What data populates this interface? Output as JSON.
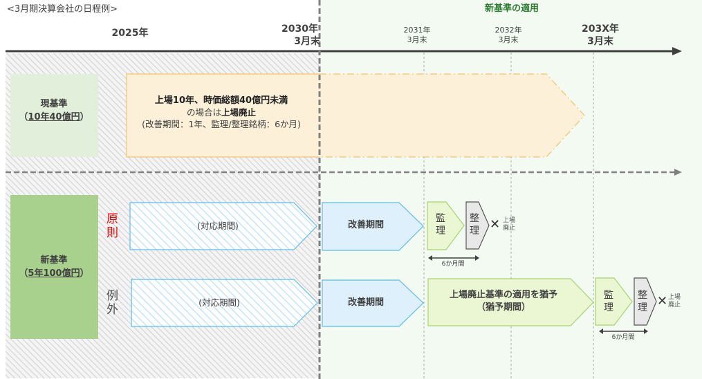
{
  "title": "<3月期決算会社の日程例>",
  "new_standard_applied": "新基準の適用",
  "timeline": {
    "y2025": "2025年",
    "y2030": "2030年",
    "y2030_sub": "3月末",
    "y2031": "2031年",
    "y2031_sub": "3月末",
    "y2032": "2032年",
    "y2032_sub": "3月末",
    "y203x": "203X年",
    "y203x_sub": "3月末"
  },
  "current": {
    "label": "現基準",
    "criteria_open": "（",
    "criteria": "10年40億円",
    "criteria_close": "）",
    "desc_line1": "上場10年、時価総額40億円未満",
    "desc_line2_pre": "の場合は",
    "desc_line2_bold": "上場廃止",
    "desc_line3": "(改善期間：1年、監理/整理銘柄：6か月)"
  },
  "new": {
    "label": "新基準",
    "criteria_open": "（",
    "criteria": "5年100億円",
    "criteria_close": "）",
    "principle": [
      "原",
      "則"
    ],
    "exception": [
      "例",
      "外"
    ]
  },
  "rows": {
    "response_period": "(対応期間)",
    "improvement_period": "改善期間",
    "supervision": [
      "監",
      "理"
    ],
    "liquidation": [
      "整",
      "理"
    ],
    "delisting": [
      "上場",
      "廃止"
    ],
    "cross": "✕",
    "six_months": "6か月間",
    "grace_line1": "上場廃止基準の適用を猶予",
    "grace_line2": "（猶予期間）"
  },
  "colors": {
    "new_area": "#f2faf2",
    "title_green": "#2e7d32",
    "current_box": "#e2efda",
    "new_box": "#a9d18e",
    "orange_fill": "#fdf0d9",
    "orange_stroke": "#f2c46a",
    "blue_fill": "#ddf0fc",
    "blue_stroke": "#5bbcf0",
    "green_fill": "#ebf6d2",
    "green_stroke": "#a8d46a",
    "gray_fill": "#e8e8e8",
    "red": "#ff0000"
  }
}
